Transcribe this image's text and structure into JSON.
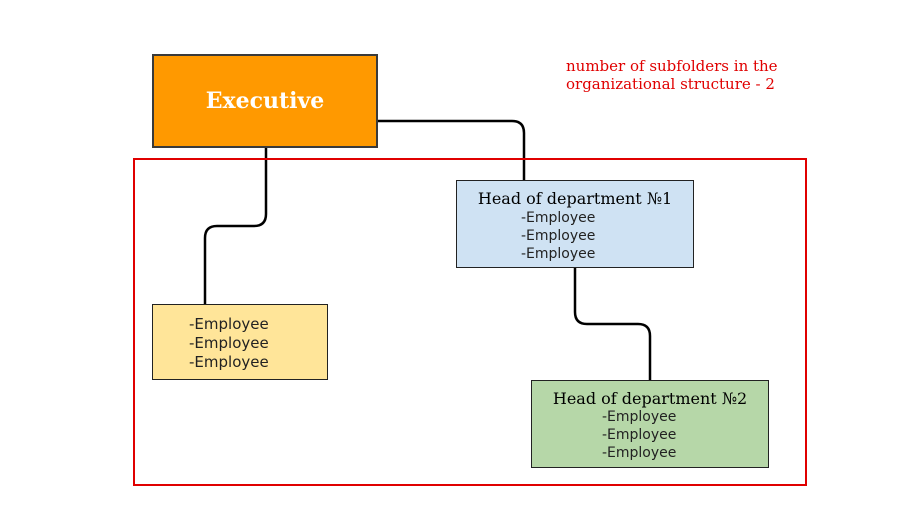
{
  "executive": {
    "title": "Executive"
  },
  "note": {
    "line1": "number of subfolders in the",
    "line2": "organizational structure - 2"
  },
  "departments": [
    {
      "title": "Head of department №1",
      "employees": [
        "-Employee",
        "-Employee",
        "-Employee"
      ]
    },
    {
      "title": "Head of department №2",
      "employees": [
        "-Employee",
        "-Employee",
        "-Employee"
      ]
    }
  ],
  "direct_staff": {
    "employees": [
      "-Employee",
      "-Employee",
      "-Employee"
    ]
  },
  "colors": {
    "executive_fill": "#ff9900",
    "department1_fill": "#cfe2f3",
    "department2_fill": "#b6d7a8",
    "staff_fill": "#ffe599",
    "frame_and_note": "#e00000"
  }
}
